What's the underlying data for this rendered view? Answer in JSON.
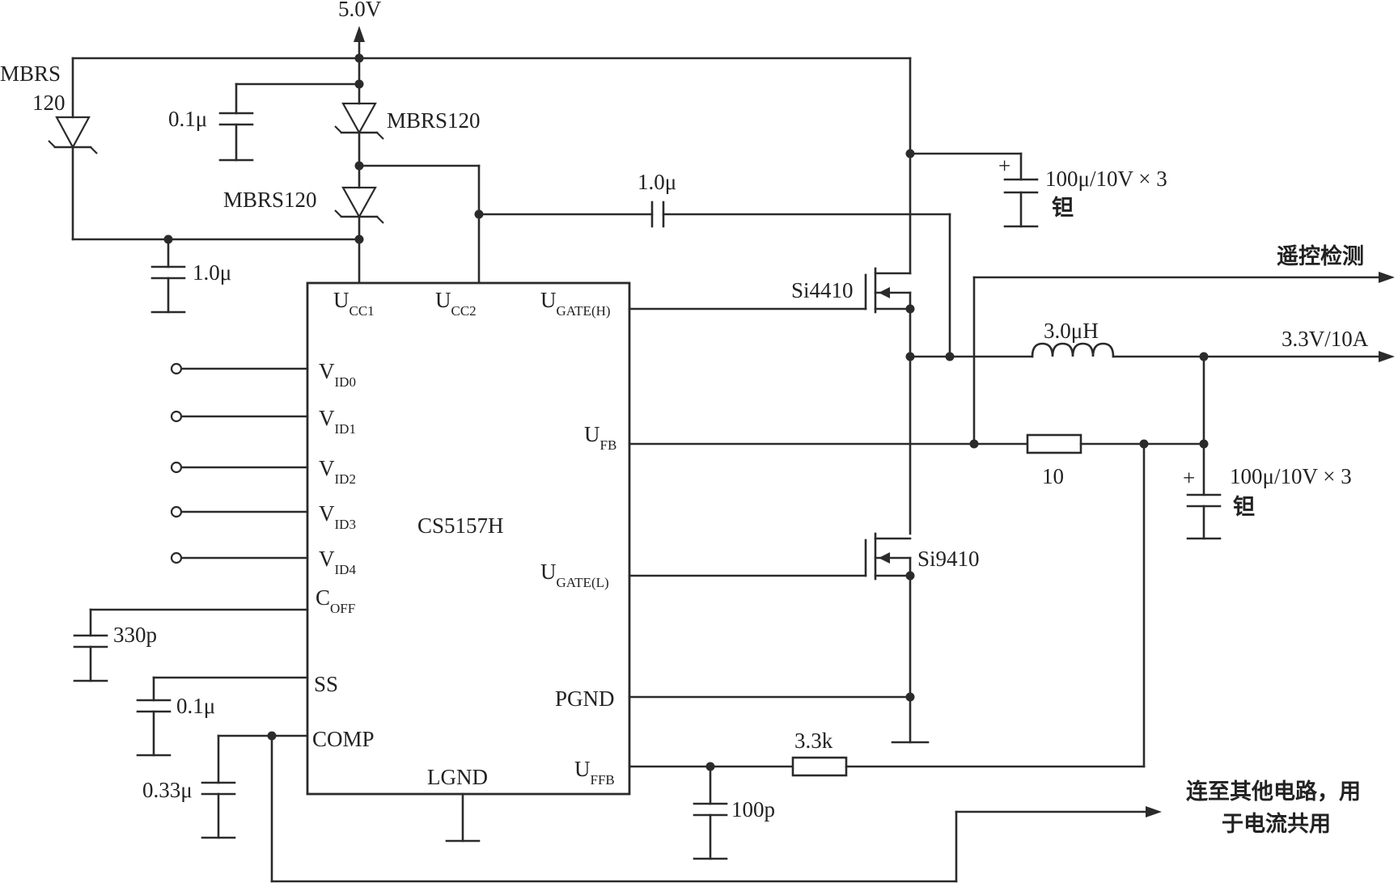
{
  "supply": {
    "label": "5.0V"
  },
  "ic": {
    "name": "CS5157H",
    "pins_left": {
      "ucc1": {
        "main": "U",
        "sub": "CC1"
      },
      "ucc2": {
        "main": "U",
        "sub": "CC2"
      },
      "vid0": {
        "main": "V",
        "sub": "ID0"
      },
      "vid1": {
        "main": "V",
        "sub": "ID1"
      },
      "vid2": {
        "main": "V",
        "sub": "ID2"
      },
      "vid3": {
        "main": "V",
        "sub": "ID3"
      },
      "vid4": {
        "main": "V",
        "sub": "ID4"
      },
      "coff": {
        "main": "C",
        "sub": "OFF"
      },
      "ss": "SS",
      "comp": "COMP",
      "lgnd": "LGND"
    },
    "pins_right": {
      "ugate_h": {
        "main": "U",
        "sub": "GATE(H)"
      },
      "ufb": {
        "main": "U",
        "sub": "FB"
      },
      "ugate_l": {
        "main": "U",
        "sub": "GATE(L)"
      },
      "pgnd": "PGND",
      "uffb": {
        "main": "U",
        "sub": "FFB"
      }
    }
  },
  "components": {
    "diode_left": {
      "line1": "MBRS",
      "line2": "120"
    },
    "diode_top": "MBRS120",
    "diode_mid": "MBRS120",
    "cap_top": "0.1μ",
    "cap_left": "1.0μ",
    "cap_boot": "1.0μ",
    "cap_in": {
      "line1": "100μ/10V × 3",
      "line2": "钽"
    },
    "cap_out": {
      "line1": "100μ/10V × 3",
      "line2": "钽"
    },
    "cap_coff": "330p",
    "cap_ss": "0.1μ",
    "cap_comp": "0.33μ",
    "cap_ffb": "100p",
    "mosfet_high": "Si4410",
    "mosfet_low": "Si9410",
    "inductor": "3.0μH",
    "res_fb": "10",
    "res_ffb": "3.3k"
  },
  "outputs": {
    "remote_sense": "遥控检测",
    "main_output": "3.3V/10A",
    "share": {
      "line1": "连至其他电路，用",
      "line2": "于电流共用"
    }
  },
  "cap_polarity": "+"
}
